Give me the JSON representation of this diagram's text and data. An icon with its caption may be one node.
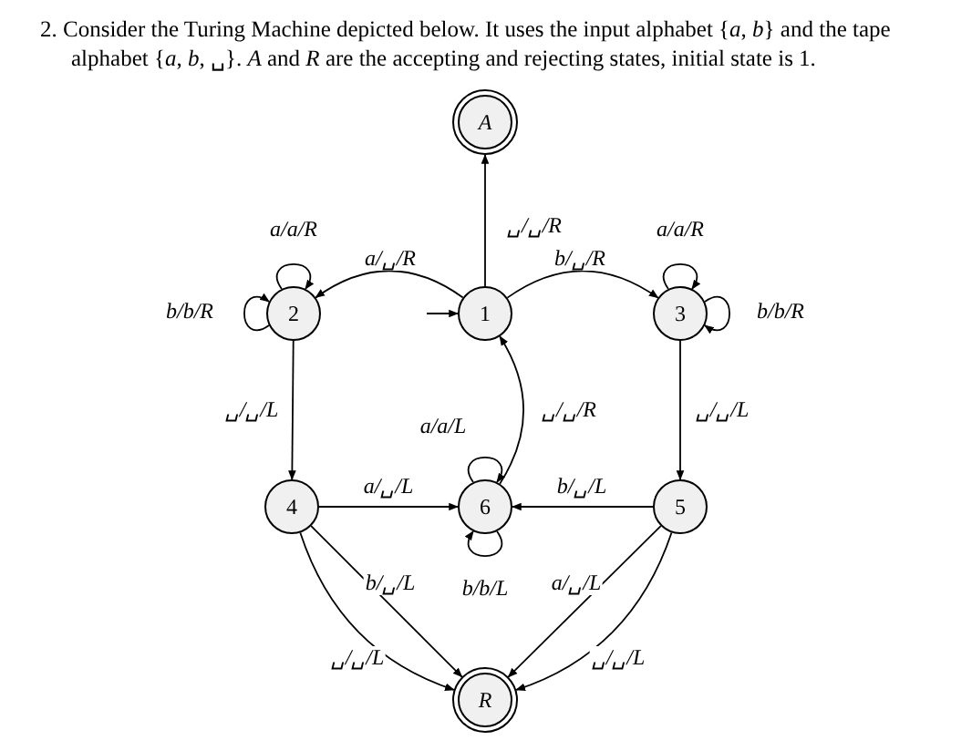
{
  "diagram": {
    "title": "2. Consider the Turing Machine depicted below. It uses the input alphabet {*a*, *b*} and the tape alphabet {*a*, *b*, ␣}. *A* and *R* are the accepting and rejecting states, initial state is 1.",
    "nodes": [
      {
        "text": [
          "A"
        ]
      },
      {
        "text": [
          "1"
        ]
      },
      {
        "text": [
          "2"
        ]
      },
      {
        "text": [
          "3"
        ]
      },
      {
        "text": [
          "4"
        ]
      },
      {
        "text": [
          "6"
        ]
      },
      {
        "text": [
          "5"
        ]
      },
      {
        "text": [
          "R"
        ]
      }
    ],
    "edges": [
      {
        "from": 1,
        "to": 0,
        "arrow": "to",
        "label": "␣/␣/R"
      },
      {
        "from": 1,
        "to": 2,
        "arrow": "to",
        "label": "a/␣/R"
      },
      {
        "from": 1,
        "to": 3,
        "arrow": "to",
        "label": "b/␣/R"
      },
      {
        "from": 2,
        "to": 2,
        "arrow": "to",
        "label": "a/a/R"
      },
      {
        "from": 2,
        "to": 2,
        "arrow": "to",
        "label": "b/b/R"
      },
      {
        "from": 3,
        "to": 3,
        "arrow": "to",
        "label": "a/a/R"
      },
      {
        "from": 3,
        "to": 3,
        "arrow": "to",
        "label": "b/b/R"
      },
      {
        "from": 2,
        "to": 4,
        "arrow": "to",
        "label": "␣/␣/L"
      },
      {
        "from": 3,
        "to": 6,
        "arrow": "to",
        "label": "␣/␣/L"
      },
      {
        "from": 5,
        "to": 1,
        "arrow": "to",
        "label": "␣/␣/R"
      },
      {
        "from": 5,
        "to": 5,
        "arrow": "to",
        "label": "a/a/L"
      },
      {
        "from": 5,
        "to": 5,
        "arrow": "to",
        "label": "b/b/L"
      },
      {
        "from": 4,
        "to": 5,
        "arrow": "to",
        "label": "a/␣/L"
      },
      {
        "from": 6,
        "to": 5,
        "arrow": "to",
        "label": "b/␣/L"
      },
      {
        "from": 4,
        "to": 7,
        "arrow": "to",
        "label": "b/␣/L"
      },
      {
        "from": 4,
        "to": 7,
        "arrow": "to",
        "label": "␣/␣/L"
      },
      {
        "from": 6,
        "to": 7,
        "arrow": "to",
        "label": "a/␣/L"
      },
      {
        "from": 6,
        "to": 7,
        "arrow": "to",
        "label": "␣/␣/L"
      },
      {
        "from": null,
        "to": 1,
        "arrow": "to"
      }
    ]
  }
}
